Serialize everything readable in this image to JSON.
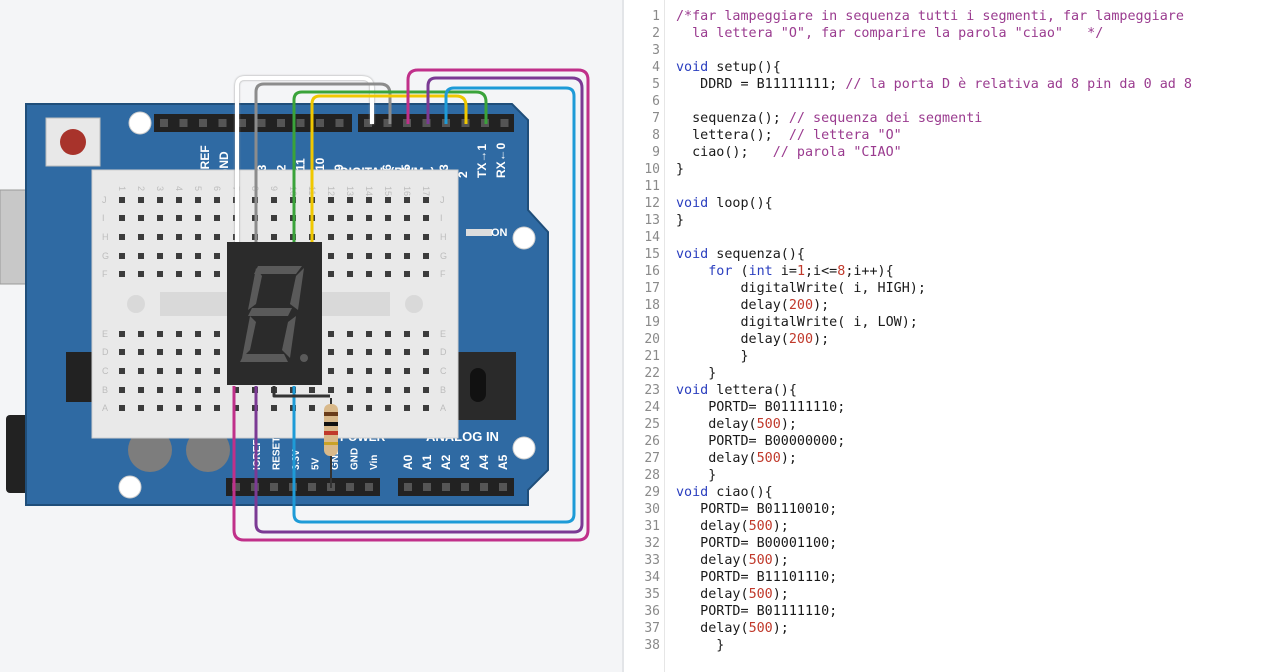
{
  "circuit": {
    "header_labels": [
      "AREF",
      "GND",
      "13",
      "12",
      "~11",
      "~10",
      "~9",
      "8",
      "7",
      "~6",
      "~5",
      "4",
      "~3",
      "2",
      "TX→1",
      "RX←0"
    ],
    "digital_label": "DIGITAL (PWM~)",
    "on_label": "ON",
    "power_labels": [
      "IOREF",
      "RESET",
      "3.3V",
      "5V",
      "GND",
      "GND",
      "Vin"
    ],
    "power_title": "POWER",
    "analog_title": "ANALOG IN",
    "analog_labels": [
      "A0",
      "A1",
      "A2",
      "A3",
      "A4",
      "A5"
    ],
    "breadboard_cols_top": [
      "1",
      "2",
      "3",
      "4",
      "5",
      "6",
      "7",
      "8",
      "9",
      "10",
      "11",
      "12",
      "13",
      "14",
      "15",
      "16",
      "17"
    ],
    "breadboard_rows_left": [
      "J",
      "I",
      "H",
      "G",
      "F",
      "E",
      "D",
      "C",
      "B",
      "A"
    ],
    "colors": {
      "board": "#2f6aa3",
      "board_dark": "#1f4e7a",
      "breadboard": "#e9e9e9",
      "display": "#2b2b2b",
      "segment": "#5a5a5a",
      "wire_white": "#ffffff",
      "wire_gray": "#8c8c8c",
      "wire_green": "#3aa33a",
      "wire_yellow": "#f0c800",
      "wire_magenta": "#c0308a",
      "wire_purple": "#7b3a94",
      "wire_blue": "#1e9bd7"
    }
  },
  "editor": {
    "lines": [
      [
        {
          "t": "cm",
          "v": "/*far lampeggiare in sequenza tutti i segmenti, far lampeggiare"
        }
      ],
      [
        {
          "t": "cm",
          "v": "  la lettera \"O\", far comparire la parola \"ciao\"   */"
        }
      ],
      [],
      [
        {
          "t": "kw",
          "v": "void"
        },
        {
          "t": "tx",
          "v": " setup(){"
        }
      ],
      [
        {
          "t": "tx",
          "v": "   DDRD = B11111111; "
        },
        {
          "t": "cm",
          "v": "// la porta D è relativa ad 8 pin da 0 ad 8"
        }
      ],
      [],
      [
        {
          "t": "tx",
          "v": "  sequenza(); "
        },
        {
          "t": "cm",
          "v": "// sequenza dei segmenti"
        }
      ],
      [
        {
          "t": "tx",
          "v": "  lettera();  "
        },
        {
          "t": "cm",
          "v": "// lettera \"O\""
        }
      ],
      [
        {
          "t": "tx",
          "v": "  ciao();   "
        },
        {
          "t": "cm",
          "v": "// parola \"CIAO\""
        }
      ],
      [
        {
          "t": "tx",
          "v": "}"
        }
      ],
      [],
      [
        {
          "t": "kw",
          "v": "void"
        },
        {
          "t": "tx",
          "v": " loop(){"
        }
      ],
      [
        {
          "t": "tx",
          "v": "}"
        }
      ],
      [],
      [
        {
          "t": "kw",
          "v": "void"
        },
        {
          "t": "tx",
          "v": " sequenza(){"
        }
      ],
      [
        {
          "t": "tx",
          "v": "    "
        },
        {
          "t": "kw",
          "v": "for"
        },
        {
          "t": "tx",
          "v": " ("
        },
        {
          "t": "kw",
          "v": "int"
        },
        {
          "t": "tx",
          "v": " i="
        },
        {
          "t": "nm",
          "v": "1"
        },
        {
          "t": "tx",
          "v": ";i<="
        },
        {
          "t": "nm",
          "v": "8"
        },
        {
          "t": "tx",
          "v": ";i++){"
        }
      ],
      [
        {
          "t": "tx",
          "v": "        digitalWrite( i, HIGH);"
        }
      ],
      [
        {
          "t": "tx",
          "v": "        delay("
        },
        {
          "t": "nm",
          "v": "200"
        },
        {
          "t": "tx",
          "v": ");"
        }
      ],
      [
        {
          "t": "tx",
          "v": "        digitalWrite( i, LOW);"
        }
      ],
      [
        {
          "t": "tx",
          "v": "        delay("
        },
        {
          "t": "nm",
          "v": "200"
        },
        {
          "t": "tx",
          "v": ");"
        }
      ],
      [
        {
          "t": "tx",
          "v": "        }"
        }
      ],
      [
        {
          "t": "tx",
          "v": "    }"
        }
      ],
      [
        {
          "t": "kw",
          "v": "void"
        },
        {
          "t": "tx",
          "v": " lettera(){"
        }
      ],
      [
        {
          "t": "tx",
          "v": "    PORTD= B01111110;"
        }
      ],
      [
        {
          "t": "tx",
          "v": "    delay("
        },
        {
          "t": "nm",
          "v": "500"
        },
        {
          "t": "tx",
          "v": ");"
        }
      ],
      [
        {
          "t": "tx",
          "v": "    PORTD= B00000000;"
        }
      ],
      [
        {
          "t": "tx",
          "v": "    delay("
        },
        {
          "t": "nm",
          "v": "500"
        },
        {
          "t": "tx",
          "v": ");"
        }
      ],
      [
        {
          "t": "tx",
          "v": "    }"
        }
      ],
      [
        {
          "t": "kw",
          "v": "void"
        },
        {
          "t": "tx",
          "v": " ciao(){"
        }
      ],
      [
        {
          "t": "tx",
          "v": "   PORTD= B01110010;"
        }
      ],
      [
        {
          "t": "tx",
          "v": "   delay("
        },
        {
          "t": "nm",
          "v": "500"
        },
        {
          "t": "tx",
          "v": ");"
        }
      ],
      [
        {
          "t": "tx",
          "v": "   PORTD= B00001100;"
        }
      ],
      [
        {
          "t": "tx",
          "v": "   delay("
        },
        {
          "t": "nm",
          "v": "500"
        },
        {
          "t": "tx",
          "v": ");"
        }
      ],
      [
        {
          "t": "tx",
          "v": "   PORTD= B11101110;"
        }
      ],
      [
        {
          "t": "tx",
          "v": "   delay("
        },
        {
          "t": "nm",
          "v": "500"
        },
        {
          "t": "tx",
          "v": ");"
        }
      ],
      [
        {
          "t": "tx",
          "v": "   PORTD= B01111110;"
        }
      ],
      [
        {
          "t": "tx",
          "v": "   delay("
        },
        {
          "t": "nm",
          "v": "500"
        },
        {
          "t": "tx",
          "v": ");"
        }
      ],
      [
        {
          "t": "tx",
          "v": "     }"
        }
      ]
    ]
  }
}
